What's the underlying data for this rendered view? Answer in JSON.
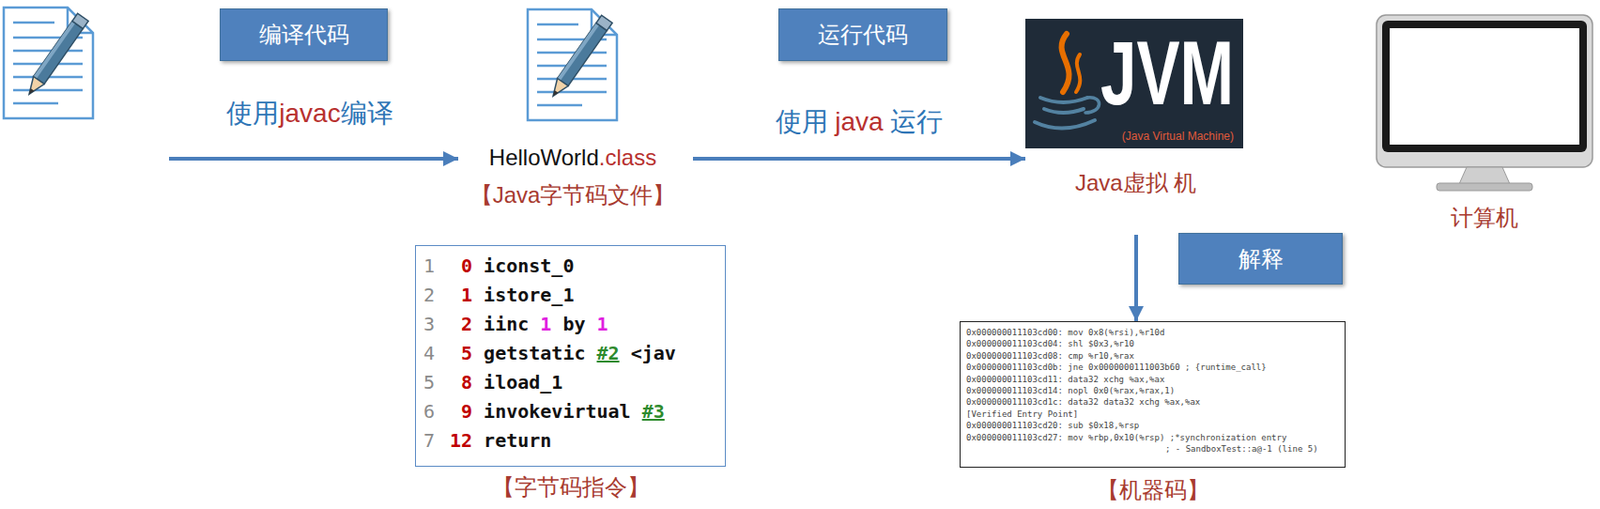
{
  "diagram": {
    "nodes": [
      {
        "text": [
          "编译代码"
        ]
      },
      {
        "text": [
          "HelloWorld.class",
          "【Java字节码文件】"
        ]
      },
      {
        "text": [
          "运行代码"
        ]
      },
      {
        "text": [
          "JVM",
          "(Java Virtual Machine)",
          "Java虚拟 机"
        ]
      },
      {
        "text": [
          "计算机"
        ]
      },
      {
        "text": [
          "解释"
        ]
      },
      {
        "text": [
          "1 0 iconst_0",
          "2 1 istore_1",
          "3 2 iinc 1 by 1",
          "4 5 getstatic #2 <jav",
          "5 8 iload_1",
          "6 9 invokevirtual #3",
          "7 12 return",
          "【字节码指令】"
        ]
      },
      {
        "text": [
          "0x000000011103cd00: mov 0x8(%rsi),%r10d",
          "0x000000011103cd04: shl $0x3,%r10",
          "0x000000011103cd08: cmp %r10,%rax",
          "0x000000011103cd0b: jne 0x0000000111003b60 ; {runtime_call}",
          "0x000000011103cd11: data32 xchg %ax,%ax",
          "0x000000011103cd14: nopl 0x0(%rax,%rax,1)",
          "0x000000011103cd1c: data32 data32 xchg %ax,%ax",
          "[Verified Entry Point]",
          "0x000000011103cd20: sub $0x18,%rsp",
          "0x000000011103cd27: mov %rbp,0x10(%rsp) ;*synchronization entry",
          "; - SandboxTest::a@-1 (line 5)",
          "【机器码】"
        ]
      }
    ],
    "edges": [
      {
        "from": 1,
        "to": 3,
        "arrow": "to",
        "label": "使用 java 运行"
      },
      {
        "from": 3,
        "to": 7,
        "arrow": "to"
      }
    ],
    "labels": [
      "使用javac编译"
    ]
  }
}
